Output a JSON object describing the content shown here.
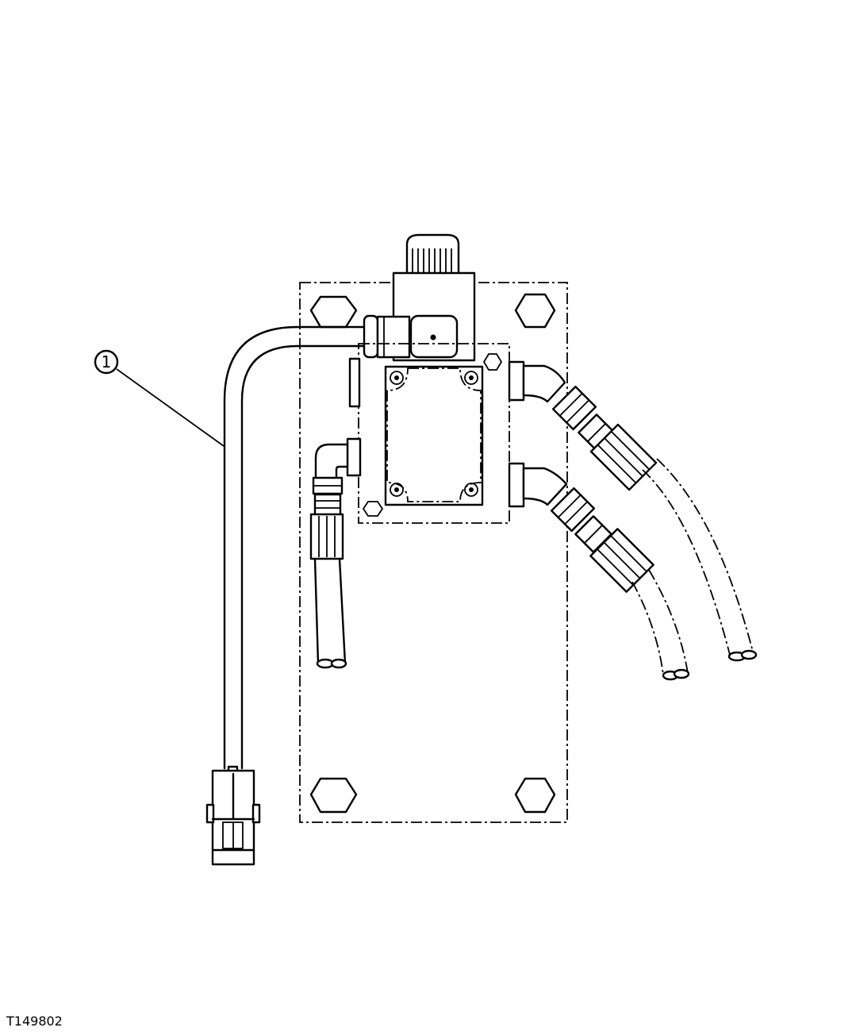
{
  "figure": {
    "id": "T149802",
    "callouts": [
      {
        "label": "1",
        "part": "solenoid-wiring-harness"
      }
    ]
  },
  "colors": {
    "line": "#000000",
    "background": "#ffffff"
  }
}
